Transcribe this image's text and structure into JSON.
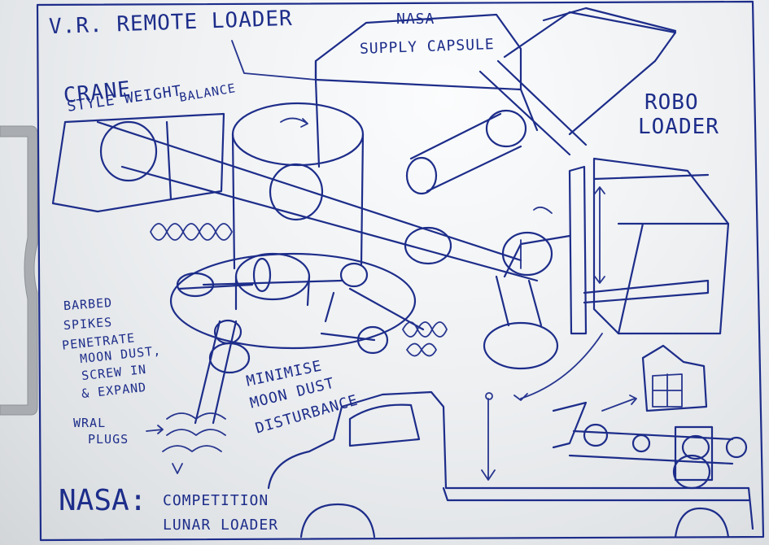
{
  "labels": {
    "title": "V.R. REMOTE LOADER",
    "capsule_1": "NASA",
    "capsule_2": "SUPPLY CAPSULE",
    "crane_1": "CRANE",
    "crane_2": "STYLE WEIGHT",
    "crane_3": "BALANCE",
    "robo_1": "ROBO",
    "robo_2": "LOADER",
    "spikes_1": "BARBED",
    "spikes_2": "SPIKES",
    "spikes_3": "PENETRATE",
    "spikes_4": "MOON DUST,",
    "spikes_5": "SCREW IN",
    "spikes_6": "& EXPAND",
    "plugs_1": "WRAL",
    "plugs_2": "PLUGS",
    "minimise_1": "MINIMISE",
    "minimise_2": "MOON DUST",
    "minimise_3": "DISTURBANCE",
    "nasa": "NASA:",
    "competition": "COMPETITION",
    "lunar": "LUNAR LOADER"
  }
}
